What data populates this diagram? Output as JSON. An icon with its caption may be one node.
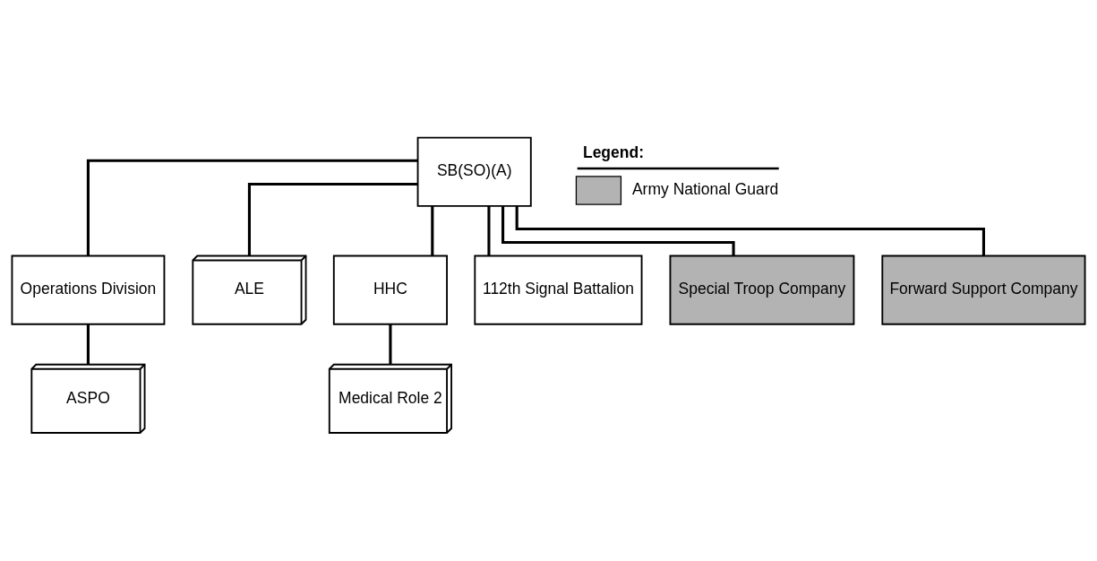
{
  "diagram": {
    "nodes": [
      {
        "text": [
          "SB(SO)(A)"
        ]
      },
      {
        "text": [
          "Operations Division"
        ]
      },
      {
        "text": [
          "ALE"
        ]
      },
      {
        "text": [
          "HHC"
        ]
      },
      {
        "text": [
          "112th Signal Battalion"
        ]
      },
      {
        "text": [
          "Special Troop Company"
        ]
      },
      {
        "text": [
          "Forward Support Company"
        ]
      },
      {
        "text": [
          "ASPO"
        ]
      },
      {
        "text": [
          "Medical Role 2"
        ]
      }
    ],
    "edges": [
      {
        "from": 0,
        "to": 1,
        "arrow": "none"
      },
      {
        "from": 0,
        "to": 2,
        "arrow": "none"
      },
      {
        "from": 0,
        "to": 3,
        "arrow": "none"
      },
      {
        "from": 0,
        "to": 4,
        "arrow": "none"
      },
      {
        "from": 0,
        "to": 5,
        "arrow": "none"
      },
      {
        "from": 0,
        "to": 6,
        "arrow": "none"
      },
      {
        "from": 1,
        "to": 7,
        "arrow": "none"
      },
      {
        "from": 3,
        "to": 8,
        "arrow": "none"
      }
    ],
    "labels": [
      "Legend:"
    ],
    "legend": [
      {
        "text": "Army National Guard",
        "color": "#b3b3b3"
      }
    ]
  }
}
